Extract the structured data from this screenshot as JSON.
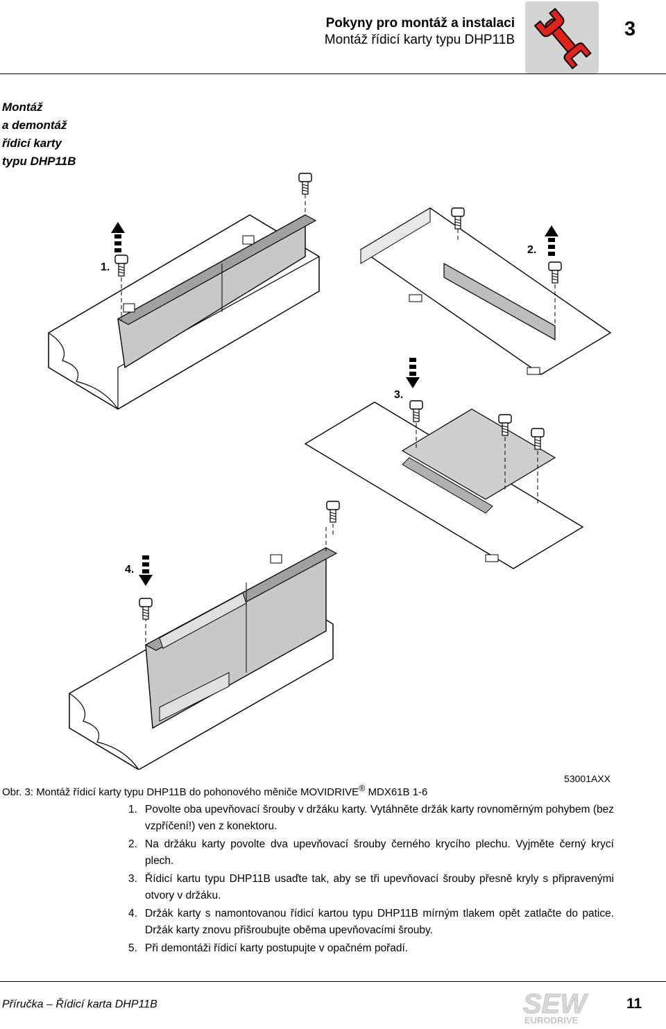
{
  "header": {
    "title": "Pokyny pro montáž a instalaci",
    "subtitle": "Montáž řídicí karty typu DHP11B",
    "chapter": "3",
    "icon": "wrench-icon",
    "accent": "#e2231a"
  },
  "section_heading": [
    "Montáž",
    "a demontáž",
    "řídicí karty",
    "typu DHP11B"
  ],
  "figure": {
    "code": "53001AXX",
    "step_labels": [
      "1.",
      "2.",
      "3.",
      "4."
    ]
  },
  "caption": {
    "prefix": "Obr. 3: Montáž řídicí karty typu DHP11B do pohonového měniče MOVIDRIVE",
    "sup": "®",
    "suffix": " MDX61B 1-6"
  },
  "steps": [
    {
      "num": "1.",
      "text": "Povolte oba upevňovací šrouby v držáku karty. Vytáhněte držák karty rovnoměrným pohybem (bez vzpříčení!) ven z konektoru."
    },
    {
      "num": "2.",
      "text": "Na držáku karty povolte dva upevňovací šrouby černého krycího plechu. Vyjměte černý krycí plech."
    },
    {
      "num": "3.",
      "text": "Řídicí kartu typu DHP11B usaďte tak, aby se tři upevňovací šrouby přesně kryly s připravenými otvory v držáku."
    },
    {
      "num": "4.",
      "text": "Držák karty s namontovanou řídicí kartou typu DHP11B mírným tlakem opět zatlačte do patice. Držák karty znovu přišroubujte oběma upevňovacími šrouby."
    },
    {
      "num": "5.",
      "text": "Při demontáži řídicí karty postupujte v opačném pořadí."
    }
  ],
  "footer": {
    "left": "Příručka – Řídicí karta DHP11B",
    "page": "11",
    "logo_top": "SEW",
    "logo_bottom": "EURODRIVE"
  }
}
